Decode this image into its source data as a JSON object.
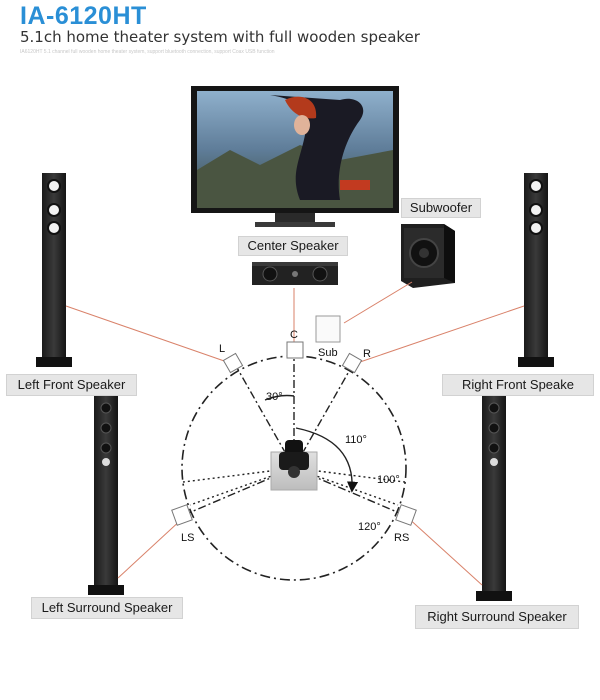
{
  "header": {
    "model": "IA-6120HT",
    "subtitle": "5.1ch home theater system with full wooden speaker",
    "fine_print": "IA6120HT 5.1 channel full wooden home theater system, support bluetooth connection, support Coax USB function"
  },
  "labels": {
    "subwoofer": "Subwoofer",
    "center_speaker": "Center Speaker",
    "left_front": "Left Front Speaker",
    "right_front": "Right Front Speake",
    "left_surround": "Left Surround Speaker",
    "right_surround": "Right Surround Speaker"
  },
  "diagram": {
    "pos_L": "L",
    "pos_C": "C",
    "pos_R": "R",
    "pos_sub": "Sub",
    "pos_LS": "LS",
    "pos_RS": "RS",
    "angle_30": "30°",
    "angle_110": "110°",
    "angle_100": "100°",
    "angle_120": "120°"
  },
  "colors": {
    "accent": "#2a8fd6",
    "leader_line": "#d9826a",
    "label_bg": "#e6e6e6"
  }
}
